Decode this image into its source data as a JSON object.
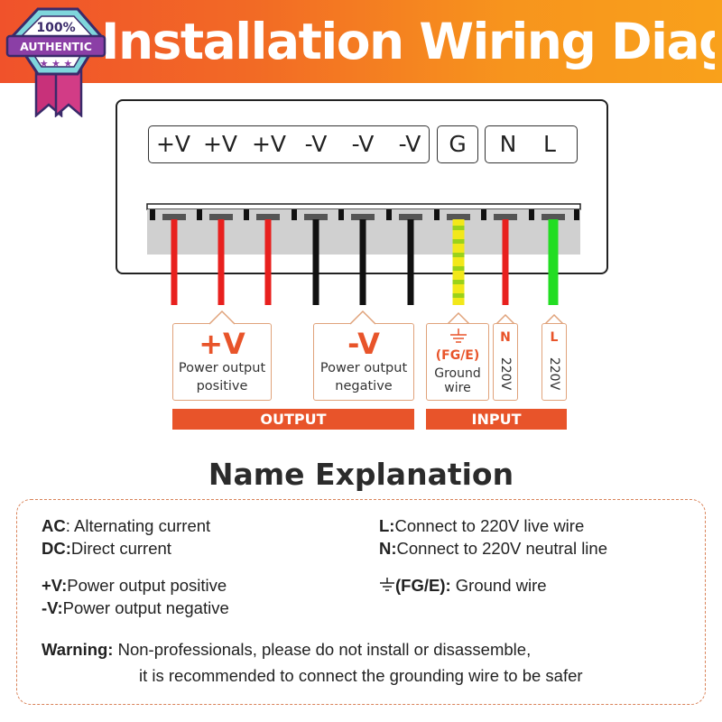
{
  "title": "Installation Wiring Diagram",
  "badge": {
    "line1": "100%",
    "line2": "AUTHENTIC"
  },
  "terminals": [
    "+V",
    "+V",
    "+V",
    "-V",
    "-V",
    "-V",
    "G",
    "N",
    "L"
  ],
  "output_positive": {
    "symbol": "+V",
    "line1": "Power output",
    "line2": "positive"
  },
  "output_negative": {
    "symbol": "-V",
    "line1": "Power output",
    "line2": "negative"
  },
  "ground": {
    "code": "(FG/E)",
    "line1": "Ground",
    "line2": "wire"
  },
  "neutral": {
    "letter": "N",
    "voltage": "220V"
  },
  "live": {
    "letter": "L",
    "voltage": "220V"
  },
  "bars": {
    "output": "OUTPUT",
    "input": "INPUT"
  },
  "explanation": {
    "heading": "Name Explanation",
    "ac_term": "AC",
    "ac_text": ": Alternating current",
    "dc_term": "DC:",
    "dc_text": "Direct current",
    "pv_term": "+V:",
    "pv_text": "Power output positive",
    "nv_term": "-V:",
    "nv_text": "Power output negative",
    "l_term": "L:",
    "l_text": "Connect to 220V live wire",
    "n_term": "N:",
    "n_text": "Connect to 220V neutral line",
    "g_term": "(FG/E):",
    "g_text": " Ground wire",
    "warning_term": "Warning:",
    "warning_line1": " Non-professionals, please do not install or disassemble,",
    "warning_line2": "it is recommended to connect the grounding wire to be safer"
  },
  "colors": {
    "banner": "#f26a25",
    "accent": "#e8542a",
    "wire_red": "#e8201e",
    "wire_black": "#111111",
    "wire_yellow": "#f2e81a",
    "wire_green": "#22dd22"
  }
}
